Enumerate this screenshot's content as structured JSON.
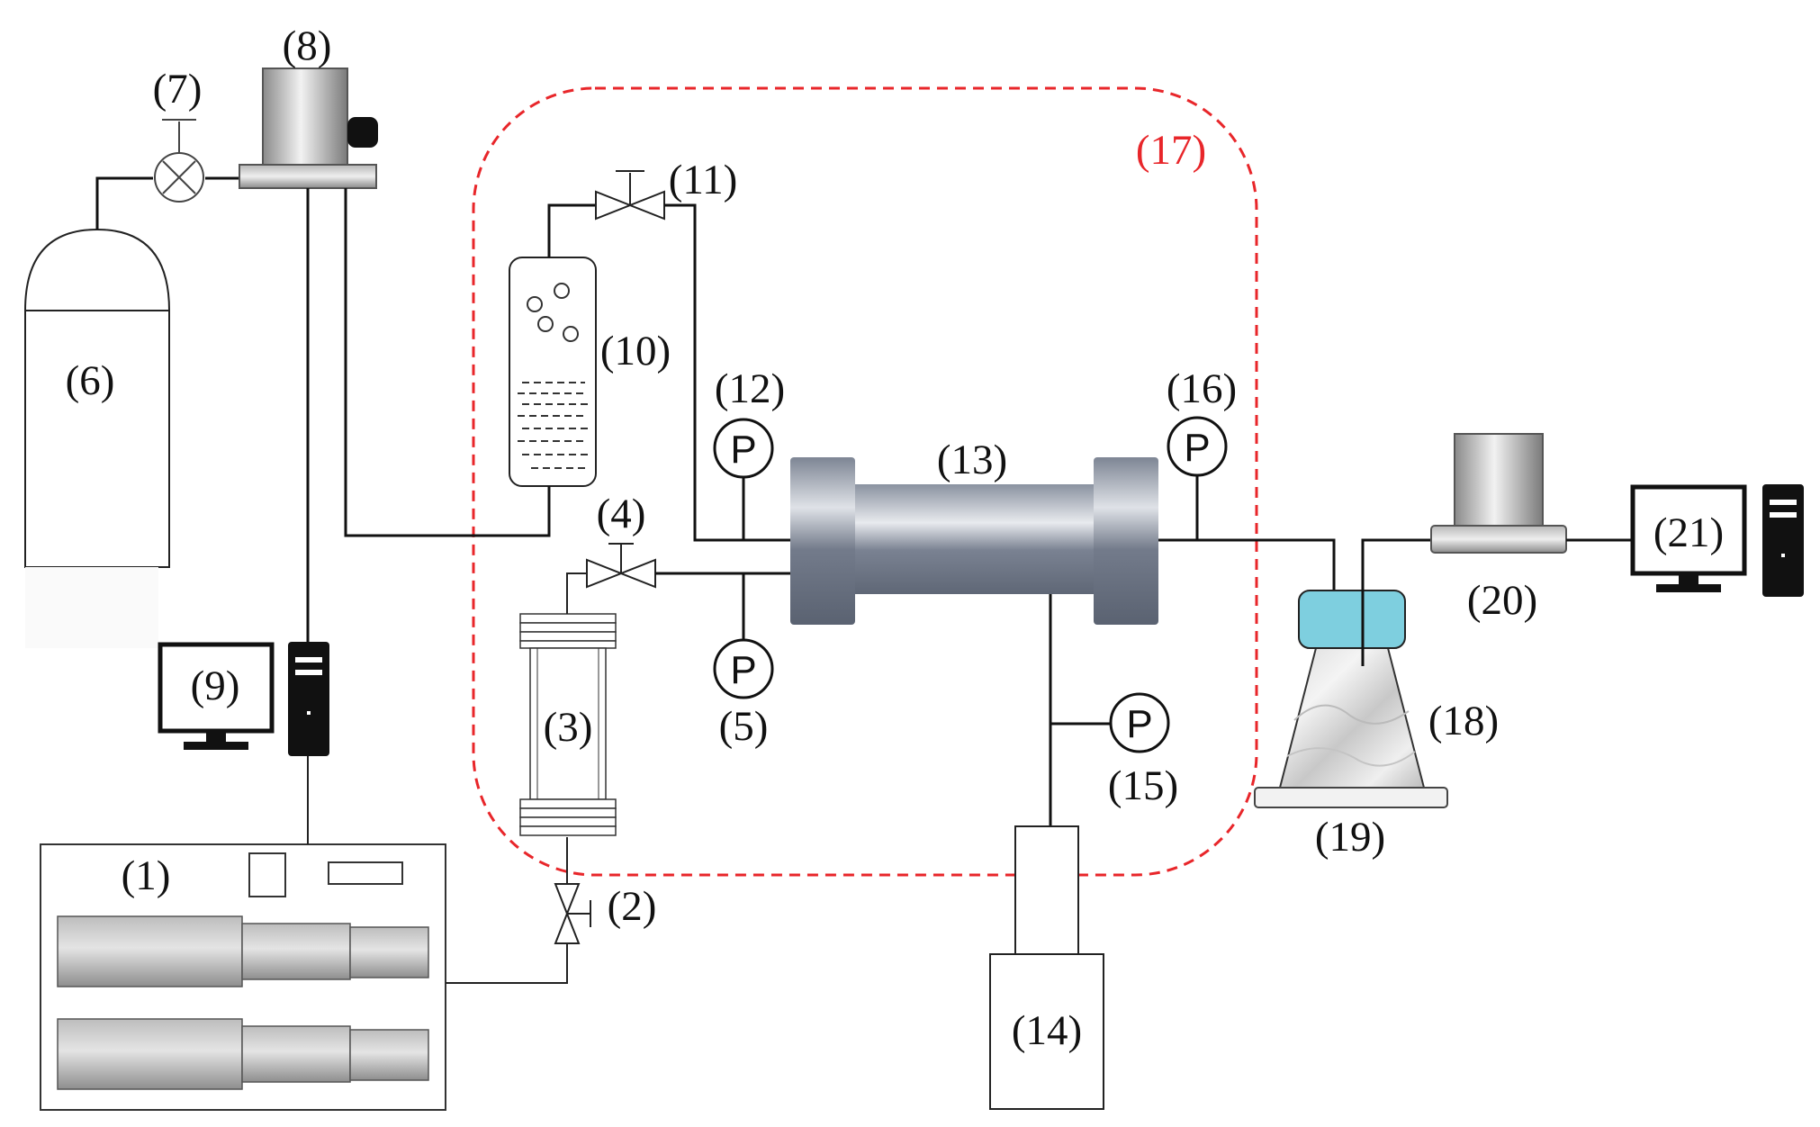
{
  "labels": {
    "l1": "(1)",
    "l2": "(2)",
    "l3": "(3)",
    "l4": "(4)",
    "l5": "(5)",
    "l6": "(6)",
    "l7": "(7)",
    "l8": "(8)",
    "l9": "(9)",
    "l10": "(10)",
    "l11": "(11)",
    "l12": "(12)",
    "l13": "(13)",
    "l14": "(14)",
    "l15": "(15)",
    "l16": "(16)",
    "l17": "(17)",
    "l18": "(18)",
    "l19": "(19)",
    "l20": "(20)",
    "l21": "(21)"
  },
  "gauge_symbol": "P",
  "colors": {
    "boundary": "#e8262a",
    "line": "#111111",
    "core_body": "#6e7686",
    "flask_cap": "#7ecfdf",
    "metal": "#9a9a9a"
  }
}
